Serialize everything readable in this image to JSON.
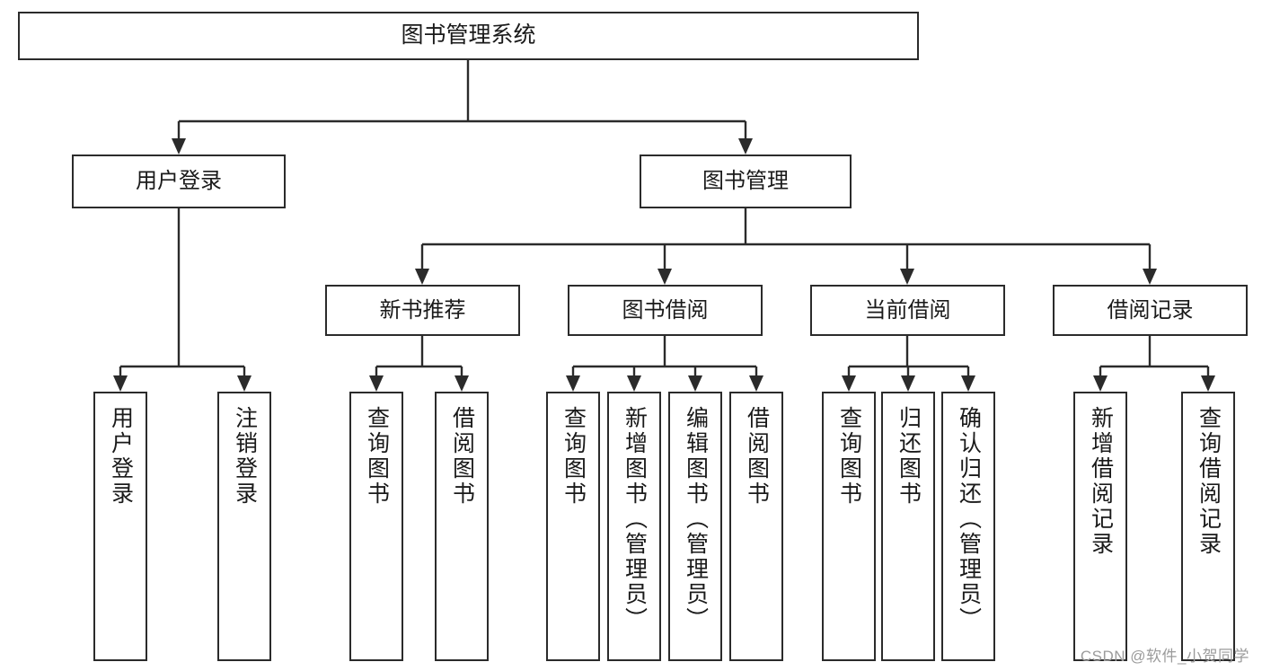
{
  "diagram": {
    "title": "图书管理系统",
    "type": "tree-hierarchy-diagram",
    "watermark": "CSDN @软件_小贺同学",
    "colors": {
      "stroke": "#2b2b2b",
      "fill": "#ffffff",
      "text": "#1a1a1a",
      "watermark": "#9b9b9b"
    },
    "root": {
      "label": "图书管理系统"
    },
    "level2": [
      {
        "label": "用户登录"
      },
      {
        "label": "图书管理"
      }
    ],
    "level3": [
      {
        "label": "新书推荐"
      },
      {
        "label": "图书借阅"
      },
      {
        "label": "当前借阅"
      },
      {
        "label": "借阅记录"
      }
    ],
    "leaves": {
      "user_login": [
        {
          "label": "用户登录"
        },
        {
          "label": "注销登录"
        }
      ],
      "new_book_recommend": [
        {
          "label": "查询图书"
        },
        {
          "label": "借阅图书"
        }
      ],
      "book_borrow": [
        {
          "label": "查询图书"
        },
        {
          "label": "新增图书（管理员）"
        },
        {
          "label": "编辑图书（管理员）"
        },
        {
          "label": "借阅图书"
        }
      ],
      "current_borrow": [
        {
          "label": "查询图书"
        },
        {
          "label": "归还图书"
        },
        {
          "label": "确认归还（管理员）"
        }
      ],
      "borrow_record": [
        {
          "label": "新增借阅记录"
        },
        {
          "label": "查询借阅记录"
        }
      ]
    }
  }
}
